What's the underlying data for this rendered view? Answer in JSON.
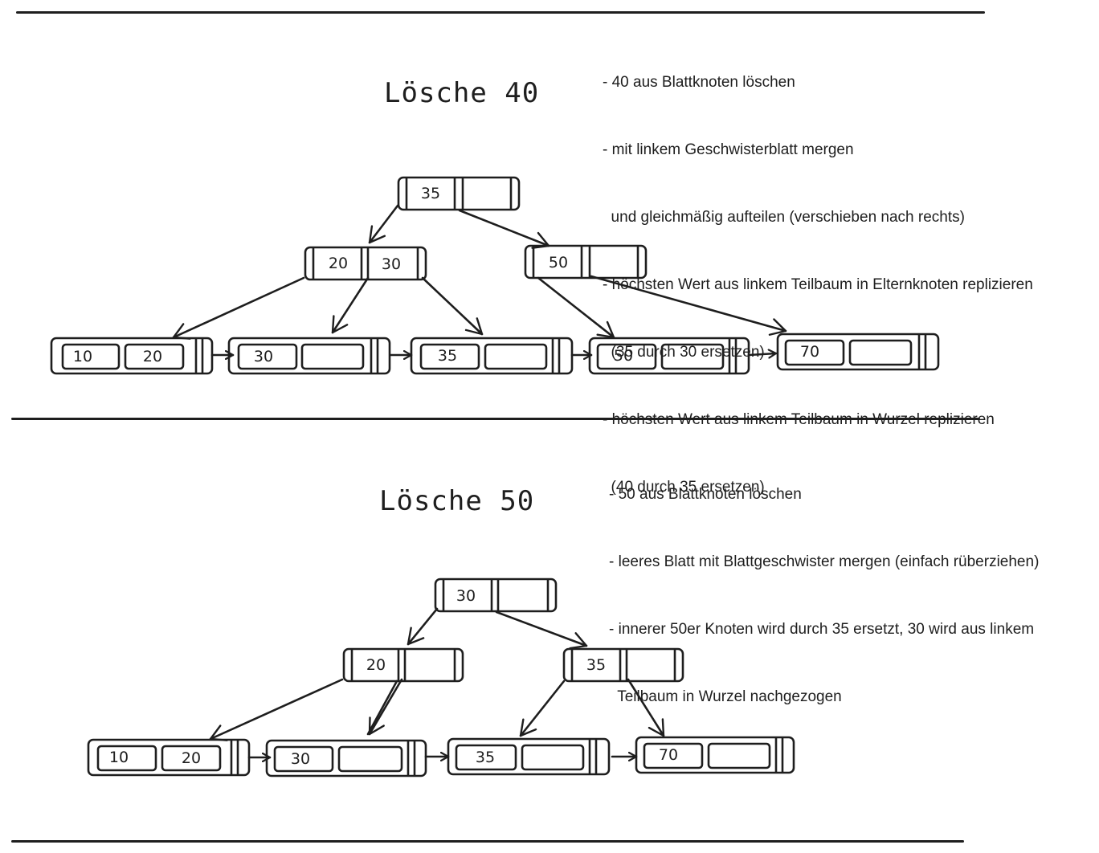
{
  "sections": [
    {
      "title": "Lösche 40",
      "notes": [
        "- 40 aus Blattknoten löschen",
        "- mit linkem Geschwisterblatt mergen",
        "  und gleichmäßig aufteilen (verschieben nach rechts)",
        "- höchsten Wert aus linkem Teilbaum in Elternknoten replizieren",
        "  (35 durch 30 ersetzen)",
        "- höchsten Wert aus linkem Teilbaum in Wurzel replizieren",
        "  (40 durch 35 ersetzen)"
      ],
      "tree": {
        "root": [
          "35",
          ""
        ],
        "inner": [
          [
            "20",
            "30"
          ],
          [
            "50",
            ""
          ]
        ],
        "leaves": [
          [
            "10",
            "20"
          ],
          [
            "30",
            ""
          ],
          [
            "35",
            ""
          ],
          [
            "50",
            ""
          ],
          [
            "70",
            ""
          ]
        ]
      }
    },
    {
      "title": "Lösche 50",
      "notes": [
        "- 50 aus Blattknoten löschen",
        "- leeres Blatt mit Blattgeschwister mergen (einfach rüberziehen)",
        "- innerer 50er Knoten wird durch 35 ersetzt, 30 wird aus linkem",
        "  Teilbaum in Wurzel nachgezogen"
      ],
      "tree": {
        "root": [
          "30",
          ""
        ],
        "inner": [
          [
            "20",
            ""
          ],
          [
            "35",
            ""
          ]
        ],
        "leaves": [
          [
            "10",
            "20"
          ],
          [
            "30",
            ""
          ],
          [
            "35",
            ""
          ],
          [
            "70",
            ""
          ]
        ]
      }
    }
  ]
}
